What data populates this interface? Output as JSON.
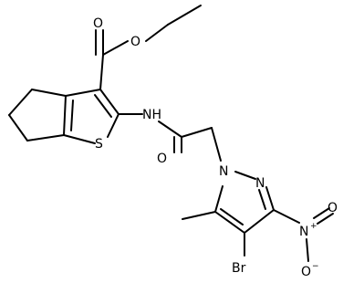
{
  "molecule": {
    "atoms": {
      "O_ester_carbonyl": "O",
      "O_ester": "O",
      "N_amide": "NH",
      "S_thiophene": "S",
      "O_amide": "O",
      "N_pyrazole_1": "N",
      "N_pyrazole_2": "N",
      "N_nitro": "N",
      "N_nitro_charge": "+",
      "O_nitro_1": "O",
      "O_nitro_2": "O",
      "O_nitro_charge": "−",
      "Br": "Br"
    }
  }
}
